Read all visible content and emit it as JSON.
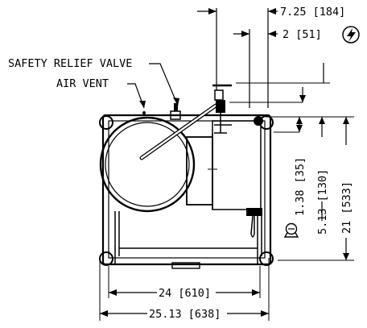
{
  "labels": {
    "safety_relief_valve": "SAFETY RELIEF VALVE",
    "air_vent": "AIR VENT"
  },
  "dimensions": {
    "top_offset": "7.25 [184]",
    "top_electrical": "2 [51]",
    "gas_connection": "1.38 [35]",
    "mid_height": "5.13 [130]",
    "total_height": "21 [533]",
    "inner_width": "24 [610]",
    "outer_width": "25.13 [638]"
  },
  "symbols": {
    "electrical": "lightning-bolt",
    "gas": "gas-connection"
  }
}
